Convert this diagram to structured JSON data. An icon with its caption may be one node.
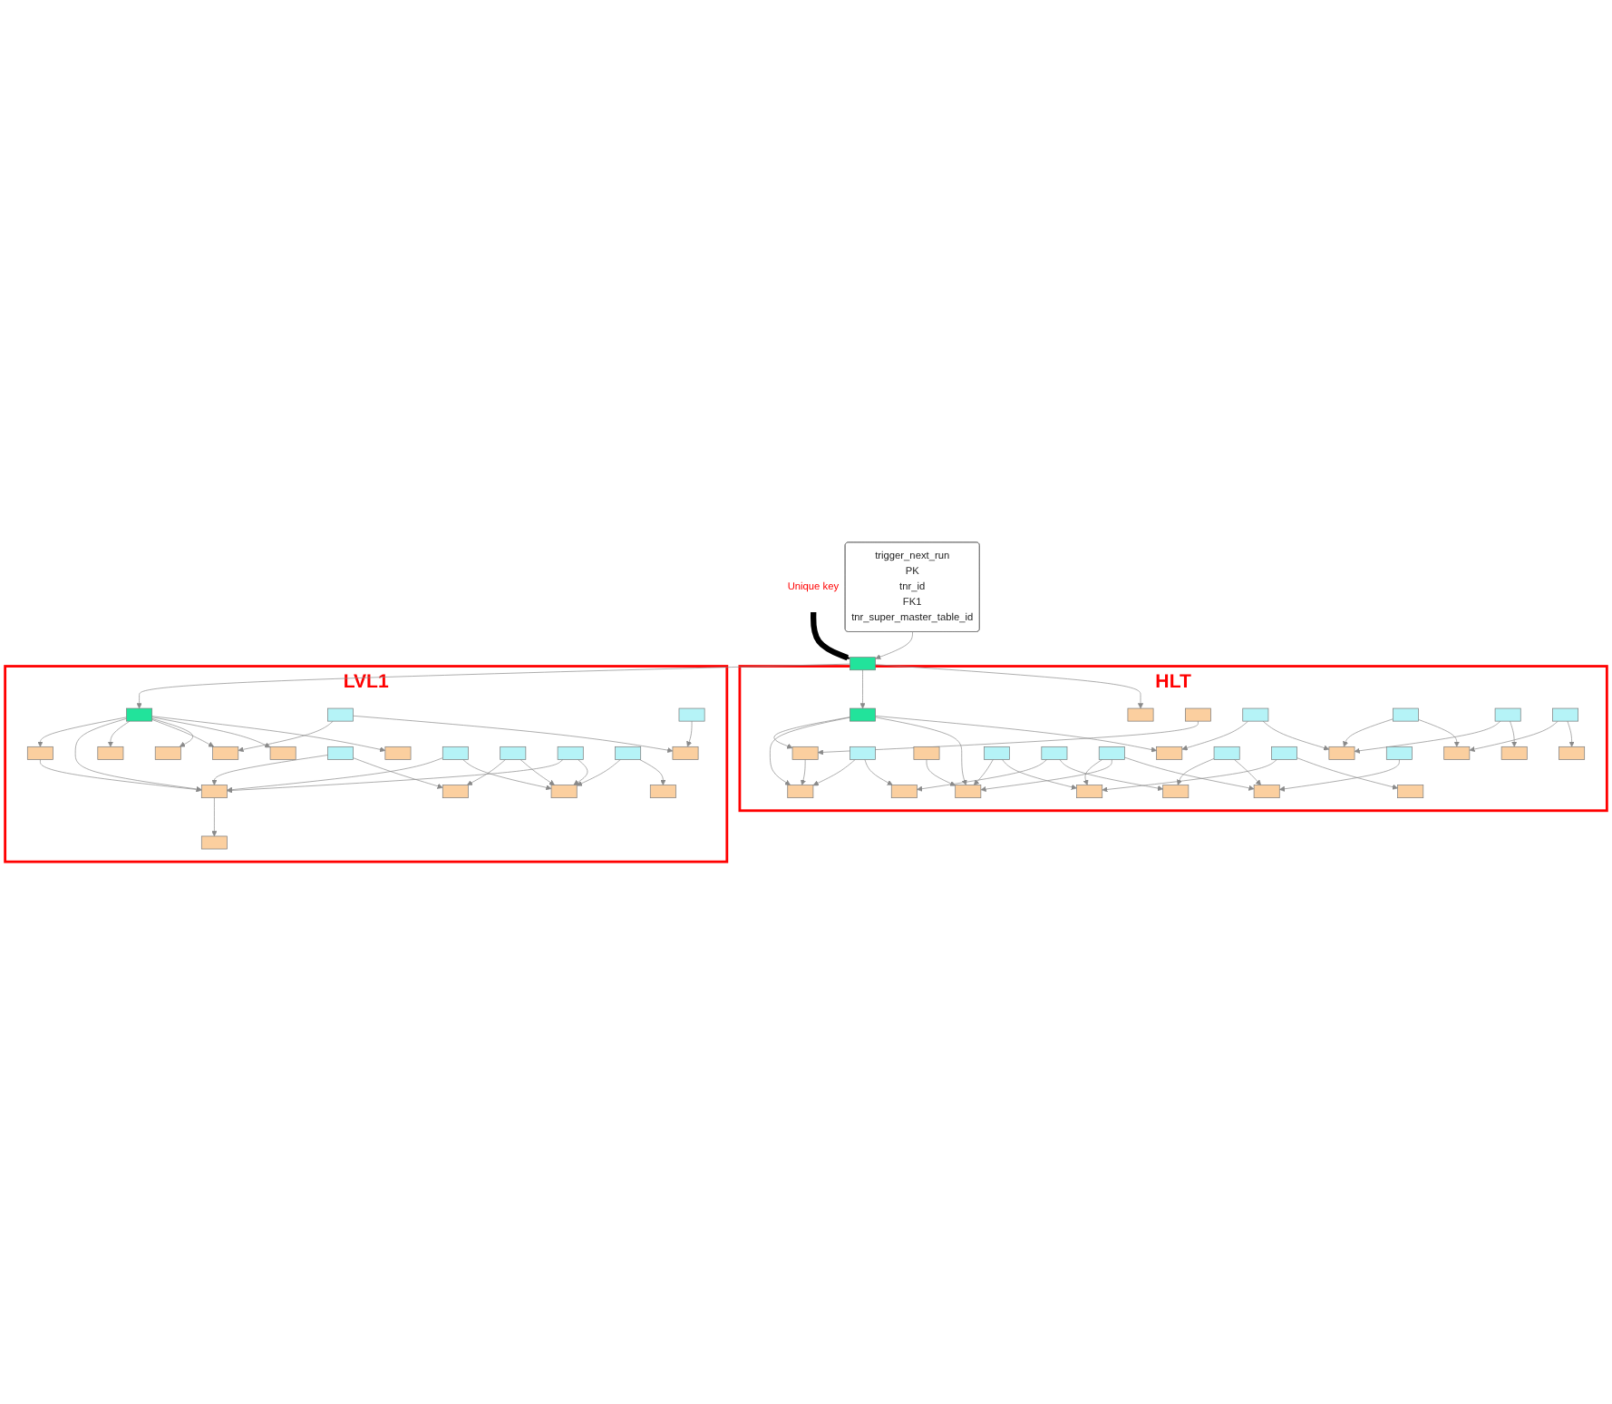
{
  "diagram": {
    "nodes": [
      {
        "text": [
          "Unique key"
        ]
      },
      {
        "text": [
          "trigger_next_run",
          "PK",
          "tnr_id",
          "FK1",
          "tnr_super_master_table_id"
        ]
      },
      {
        "text": [],
        "shape": "box"
      },
      {
        "text": [
          "LVL1"
        ]
      },
      {
        "text": [
          "HLT"
        ]
      },
      {
        "text": [],
        "shape": "box",
        "in": 3
      },
      {
        "text": [],
        "shape": "box",
        "in": 3
      },
      {
        "text": [],
        "shape": "box",
        "in": 3
      },
      {
        "text": [],
        "shape": "box",
        "in": 3
      },
      {
        "text": [],
        "shape": "box",
        "in": 3
      },
      {
        "text": [],
        "shape": "box",
        "in": 3
      },
      {
        "text": [],
        "shape": "box",
        "in": 3
      },
      {
        "text": [],
        "shape": "box",
        "in": 3
      },
      {
        "text": [],
        "shape": "box",
        "in": 3
      },
      {
        "text": [],
        "shape": "box",
        "in": 3
      },
      {
        "text": [],
        "shape": "box",
        "in": 3
      },
      {
        "text": [],
        "shape": "box",
        "in": 3
      },
      {
        "text": [],
        "shape": "box",
        "in": 3
      },
      {
        "text": [],
        "shape": "box",
        "in": 3
      },
      {
        "text": [],
        "shape": "box",
        "in": 3
      },
      {
        "text": [],
        "shape": "box",
        "in": 3
      },
      {
        "text": [],
        "shape": "box",
        "in": 3
      },
      {
        "text": [],
        "shape": "box",
        "in": 3
      },
      {
        "text": [],
        "shape": "box",
        "in": 3
      },
      {
        "text": [],
        "shape": "box",
        "in": 3
      },
      {
        "text": [],
        "shape": "box",
        "in": 4
      },
      {
        "text": [],
        "shape": "box",
        "in": 4
      },
      {
        "text": [],
        "shape": "box",
        "in": 4
      },
      {
        "text": [],
        "shape": "box",
        "in": 4
      },
      {
        "text": [],
        "shape": "box",
        "in": 4
      },
      {
        "text": [],
        "shape": "box",
        "in": 4
      },
      {
        "text": [],
        "shape": "box",
        "in": 4
      },
      {
        "text": [],
        "shape": "box",
        "in": 4
      },
      {
        "text": [],
        "shape": "box",
        "in": 4
      },
      {
        "text": [],
        "shape": "box",
        "in": 4
      },
      {
        "text": [],
        "shape": "box",
        "in": 4
      },
      {
        "text": [],
        "shape": "box",
        "in": 4
      },
      {
        "text": [],
        "shape": "box",
        "in": 4
      },
      {
        "text": [],
        "shape": "box",
        "in": 4
      },
      {
        "text": [],
        "shape": "box",
        "in": 4
      },
      {
        "text": [],
        "shape": "box",
        "in": 4
      },
      {
        "text": [],
        "shape": "box",
        "in": 4
      },
      {
        "text": [],
        "shape": "box",
        "in": 4
      },
      {
        "text": [],
        "shape": "box",
        "in": 4
      },
      {
        "text": [],
        "shape": "box",
        "in": 4
      },
      {
        "text": [],
        "shape": "box",
        "in": 4
      },
      {
        "text": [],
        "shape": "box",
        "in": 4
      },
      {
        "text": [],
        "shape": "box",
        "in": 4
      },
      {
        "text": [],
        "shape": "box",
        "in": 4
      },
      {
        "text": [],
        "shape": "box",
        "in": 4
      },
      {
        "text": [],
        "shape": "box",
        "in": 4
      },
      {
        "text": [],
        "shape": "box",
        "in": 4
      },
      {
        "text": [],
        "shape": "box",
        "in": 4
      }
    ],
    "edges": [
      {
        "from": 0,
        "to": 2,
        "arrow": "to",
        "style": "thick",
        "color": "#000000"
      },
      {
        "from": 1,
        "to": 2,
        "arrow": "to"
      },
      {
        "from": 2,
        "to": 5,
        "arrow": "to"
      },
      {
        "from": 2,
        "to": 25,
        "arrow": "to"
      },
      {
        "from": 2,
        "to": 26,
        "arrow": "to"
      },
      {
        "from": 5,
        "to": 6,
        "arrow": "to"
      },
      {
        "from": 5,
        "to": 7,
        "arrow": "to"
      },
      {
        "from": 5,
        "to": 8,
        "arrow": "to"
      },
      {
        "from": 5,
        "to": 9,
        "arrow": "to"
      },
      {
        "from": 5,
        "to": 10,
        "arrow": "to"
      },
      {
        "from": 5,
        "to": 11,
        "arrow": "to"
      },
      {
        "from": 5,
        "to": 12,
        "arrow": "to"
      },
      {
        "from": 6,
        "to": 7,
        "arrow": "to"
      },
      {
        "from": 13,
        "to": 7,
        "arrow": "to"
      },
      {
        "from": 13,
        "to": 16,
        "arrow": "to"
      },
      {
        "from": 7,
        "to": 14,
        "arrow": "to"
      },
      {
        "from": 15,
        "to": 9,
        "arrow": "to"
      },
      {
        "from": 15,
        "to": 17,
        "arrow": "to"
      },
      {
        "from": 21,
        "to": 17,
        "arrow": "to"
      },
      {
        "from": 19,
        "to": 16,
        "arrow": "to"
      },
      {
        "from": 19,
        "to": 22,
        "arrow": "to"
      },
      {
        "from": 18,
        "to": 7,
        "arrow": "to"
      },
      {
        "from": 18,
        "to": 22,
        "arrow": "to"
      },
      {
        "from": 20,
        "to": 7,
        "arrow": "to"
      },
      {
        "from": 20,
        "to": 22,
        "arrow": "to"
      },
      {
        "from": 23,
        "to": 22,
        "arrow": "to"
      },
      {
        "from": 23,
        "to": 24,
        "arrow": "to"
      },
      {
        "from": 25,
        "to": 27,
        "arrow": "to"
      },
      {
        "from": 25,
        "to": 28,
        "arrow": "to"
      },
      {
        "from": 25,
        "to": 33,
        "arrow": "to"
      },
      {
        "from": 25,
        "to": 29,
        "arrow": "to"
      },
      {
        "from": 27,
        "to": 28,
        "arrow": "to"
      },
      {
        "from": 30,
        "to": 27,
        "arrow": "to"
      },
      {
        "from": 31,
        "to": 28,
        "arrow": "to"
      },
      {
        "from": 31,
        "to": 35,
        "arrow": "to"
      },
      {
        "from": 32,
        "to": 33,
        "arrow": "to"
      },
      {
        "from": 34,
        "to": 29,
        "arrow": "to"
      },
      {
        "from": 34,
        "to": 36,
        "arrow": "to"
      },
      {
        "from": 37,
        "to": 33,
        "arrow": "to"
      },
      {
        "from": 37,
        "to": 42,
        "arrow": "to"
      },
      {
        "from": 38,
        "to": 36,
        "arrow": "to"
      },
      {
        "from": 38,
        "to": 43,
        "arrow": "to"
      },
      {
        "from": 44,
        "to": 36,
        "arrow": "to"
      },
      {
        "from": 44,
        "to": 49,
        "arrow": "to"
      },
      {
        "from": 40,
        "to": 35,
        "arrow": "to"
      },
      {
        "from": 40,
        "to": 39,
        "arrow": "to"
      },
      {
        "from": 45,
        "to": 39,
        "arrow": "to"
      },
      {
        "from": 45,
        "to": 46,
        "arrow": "to"
      },
      {
        "from": 50,
        "to": 46,
        "arrow": "to"
      },
      {
        "from": 41,
        "to": 42,
        "arrow": "to"
      },
      {
        "from": 41,
        "to": 33,
        "arrow": "to"
      },
      {
        "from": 41,
        "to": 46,
        "arrow": "to"
      },
      {
        "from": 47,
        "to": 42,
        "arrow": "to"
      },
      {
        "from": 47,
        "to": 51,
        "arrow": "to"
      },
      {
        "from": 48,
        "to": 43,
        "arrow": "to"
      },
      {
        "from": 48,
        "to": 52,
        "arrow": "to"
      }
    ]
  }
}
